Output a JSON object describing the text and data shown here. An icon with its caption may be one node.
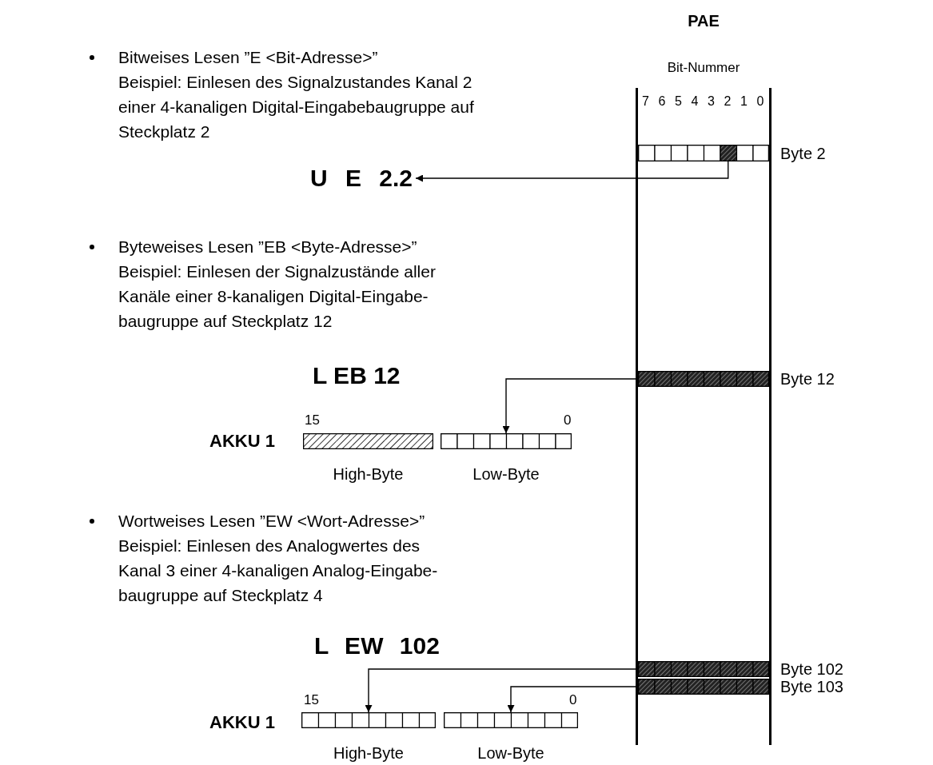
{
  "diagram": {
    "nodes": [
      {
        "text": [
          "PAE",
          "Bit-Nummer"
        ]
      },
      {
        "text": [],
        "shape": "bar",
        "in": 0,
        "beside": [
          "Byte 2"
        ]
      },
      {
        "text": [
          "U E 2.2"
        ]
      },
      {
        "text": [],
        "shape": "bar",
        "in": 0,
        "beside": [
          "Byte 12"
        ]
      },
      {
        "text": [],
        "shape": "bar",
        "beside": [
          "High-Byte"
        ]
      },
      {
        "text": [],
        "shape": "bar",
        "beside": [
          "Low-Byte"
        ]
      },
      {
        "text": [],
        "shape": "bar",
        "in": 0,
        "beside": [
          "Byte 102"
        ]
      },
      {
        "text": [],
        "shape": "bar",
        "in": 0,
        "beside": [
          "Byte 103"
        ]
      },
      {
        "text": [],
        "shape": "bar",
        "beside": [
          "High-Byte"
        ]
      },
      {
        "text": [],
        "shape": "bar",
        "beside": [
          "Low-Byte"
        ]
      }
    ],
    "edges": [
      {
        "from": 1,
        "to": 2,
        "arrow": "to"
      },
      {
        "from": 3,
        "to": 5,
        "arrow": "to"
      },
      {
        "from": 6,
        "to": 8,
        "arrow": "to"
      },
      {
        "from": 7,
        "to": 9,
        "arrow": "to"
      }
    ],
    "labels": [
      "Bitweises Lesen ”E <Bit-Adresse>”",
      "Beispiel: Einlesen des Signalzustandes Kanal 2 einer 4-kanaligen Digital-Eingabebaugruppe auf Steckplatz 2",
      "7",
      "6",
      "5",
      "4",
      "3",
      "2",
      "1",
      "0",
      "Byteweises Lesen ”EB <Byte-Adresse>”",
      "Beispiel: Einlesen der Signalzustände aller Kanäle einer 8-kanaligen Digital-Eingabe- baugruppe auf Steckplatz 12",
      "L EB 12",
      "15",
      "0",
      "AKKU 1",
      "Wortweises Lesen ”EW <Wort-Adresse>”",
      "Beispiel: Einlesen des Analogwertes des Kanal 3 einer 4-kanaligen Analog-Eingabe- baugruppe auf Steckplatz 4",
      "L EW 102",
      "15",
      "0",
      "AKKU 1"
    ]
  }
}
